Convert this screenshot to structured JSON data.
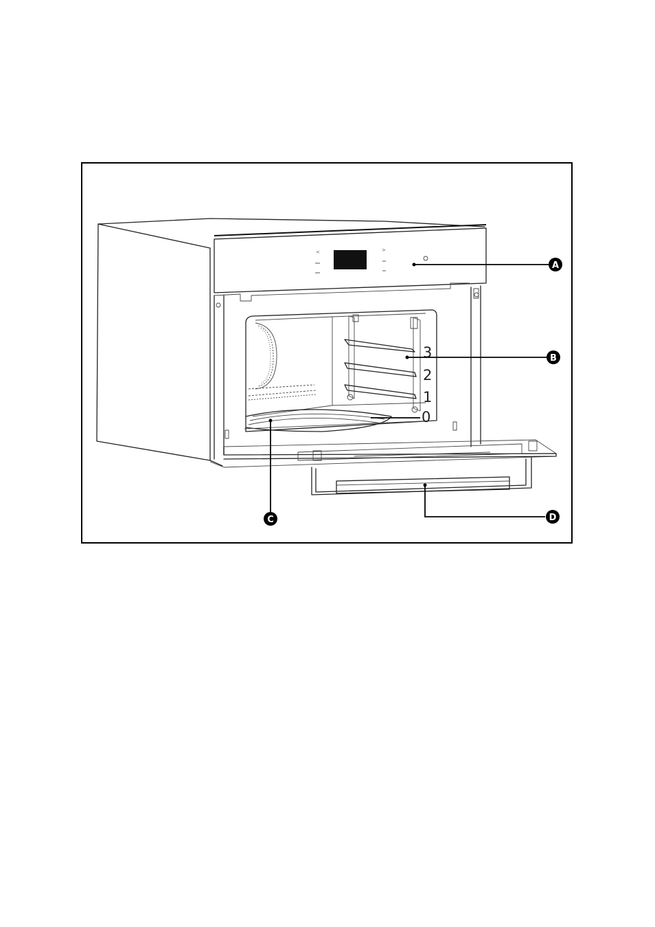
{
  "diagram": {
    "callouts": [
      {
        "id": "a",
        "label": "A"
      },
      {
        "id": "b",
        "label": "B"
      },
      {
        "id": "c",
        "label": "C"
      },
      {
        "id": "d",
        "label": "D"
      }
    ],
    "shelf_levels": [
      "3",
      "2",
      "1",
      "0"
    ],
    "control_panel_glyphs": {
      "left_arrow": "<",
      "right_arrow": ">"
    }
  },
  "colors": {
    "line": "#222222",
    "callout_fill": "#000000",
    "callout_text": "#ffffff",
    "display_window": "#111111"
  }
}
